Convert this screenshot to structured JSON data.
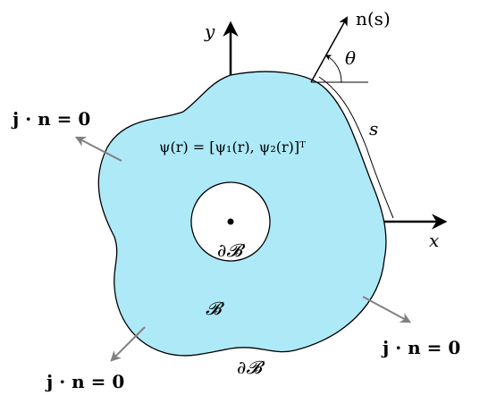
{
  "labels": {
    "y_axis": "y",
    "x_axis": "x",
    "normal_vector": "n(s)",
    "angle": "θ",
    "arc_length": "s",
    "wavefunction": "ψ(r) = [ψ₁(r), ψ₂(r)]ᵀ",
    "domain": "𝓑",
    "boundary_inner": "∂𝓑",
    "boundary_outer": "∂𝓑",
    "bc_top_left": "j · n = 0",
    "bc_bottom_left": "j · n = 0",
    "bc_bottom_right": "j · n = 0"
  },
  "colors": {
    "domain_fill": "#aee9f8",
    "outline": "#000000",
    "arrow_gray": "#808080"
  }
}
